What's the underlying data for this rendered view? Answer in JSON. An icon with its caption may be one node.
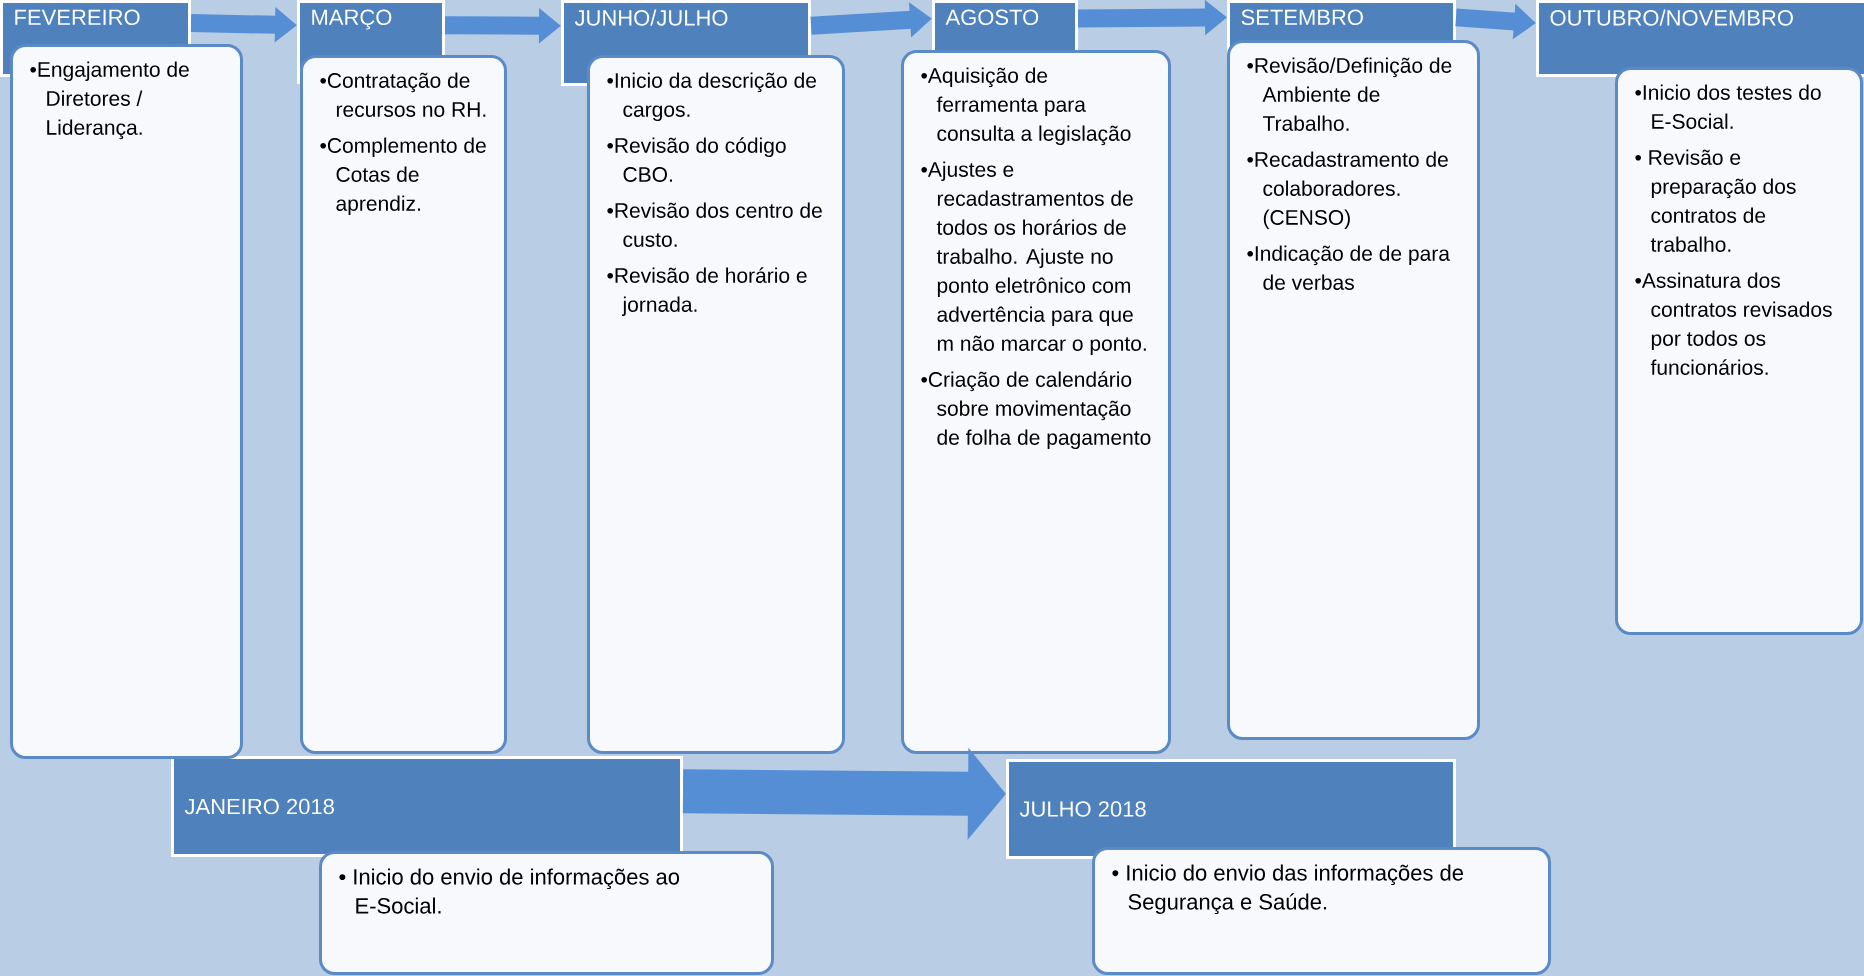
{
  "diagram": {
    "nodes": [
      {
        "text": [
          "FEVEREIRO"
        ]
      },
      {
        "text": [
          "•Engajamento de Diretores / Liderança."
        ]
      },
      {
        "text": [
          "MARÇO"
        ]
      },
      {
        "text": [
          "•Contratação de recursos no RH.",
          "•Complemento de Cotas de aprendiz."
        ]
      },
      {
        "text": [
          "JUNHO/JULHO"
        ]
      },
      {
        "text": [
          "•Inicio da descrição de cargos.",
          "•Revisão do código CBO.",
          "•Revisão dos centro de custo.",
          "•Revisão de horário e jornada."
        ]
      },
      {
        "text": [
          "AGOSTO"
        ]
      },
      {
        "text": [
          "•Aquisição de ferramenta para consulta a legislação",
          "•Ajustes  e recadastramentos de todos os horários de trabalho. Ajuste no ponto eletrônico  com advertência para que m não marcar o ponto.",
          "•Criação de calendário sobre movimentação de folha de pagamento"
        ]
      },
      {
        "text": [
          "SETEMBRO"
        ]
      },
      {
        "text": [
          "•Revisão/Definição de Ambiente de Trabalho.",
          "•Recadastramento de colaboradores. (CENSO)",
          "•Indicação de de para de verbas"
        ]
      },
      {
        "text": [
          "OUTUBRO/NOVEMBRO"
        ]
      },
      {
        "text": [
          "•Inicio dos testes do E-Social.",
          "• Revisão e preparação dos contratos de trabalho.",
          "•Assinatura dos contratos revisados por todos os funcionários."
        ]
      },
      {
        "text": [
          "JANEIRO 2018"
        ]
      },
      {
        "text": [
          "• Inicio do envio de informações ao  E-Social."
        ]
      },
      {
        "text": [
          "JULHO 2018"
        ]
      },
      {
        "text": [
          "• Inicio do envio das informações de Segurança e Saúde."
        ]
      }
    ],
    "edges": [
      {
        "from": 0,
        "to": 2,
        "arrow": "to"
      },
      {
        "from": 2,
        "to": 4,
        "arrow": "to"
      },
      {
        "from": 4,
        "to": 6,
        "arrow": "to"
      },
      {
        "from": 6,
        "to": 8,
        "arrow": "to"
      },
      {
        "from": 8,
        "to": 10,
        "arrow": "to"
      },
      {
        "from": 12,
        "to": 14,
        "arrow": "to",
        "style": "thick"
      }
    ]
  }
}
